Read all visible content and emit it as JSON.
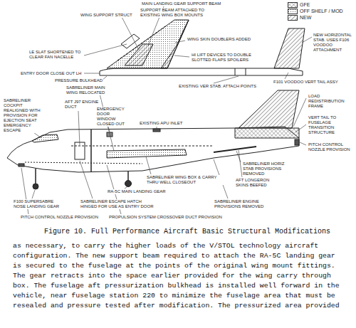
{
  "diagram": {
    "caption": "Figure 10.  Full Performance Aircraft Basic Structural Modifications",
    "labels": [
      "MAIN LANDING GEAR SUPPORT BEAM",
      "SUPPORT BEAM ATTACHED TO EXISTING WING BOX MOUNTS",
      "WING SUPPORT STRUCT",
      "WING SKIN DOUBLERS ADDED",
      "LE SLAT SHORTENED TO CLEAR FAN NACELLE",
      "HI LIFT DEVICES TO DOUBLE SLOTTED FLAPS SPOILERS",
      "NEW HORIZONTAL STAB. USES F106 VOODOO ATTACHMENT",
      "ENTRY DOOR CLOSE OUT LH",
      "PRESSURE BULKHEAD",
      "F101 VOODOO VERT TAIL ASSY",
      "EXISTING VER STAB. ATTACH POINTS",
      "SABRELINER MAIN WING RELOCATED",
      "LOAD REDISTRIBUTION FRAME",
      "SABRELINER COCKPIT REALIGNED WITH PROVISION FOR EJECTION SEAT EMERGENCY ESCAPE",
      "AFT J97 ENGINE DUCT",
      "EMERGENCY DOOR WINDOW CLOSED OUT",
      "EXISTING APU INLET",
      "VERT TAIL TO FUSELAGE TRANSITION STRUCTURE",
      "PITCH CONTROL NOZZLE PROVISION",
      "SABRELINER HORIZ STAB PROVISIONS REMOVED",
      "SABRELINER WING BOX & CARRY THRU WELL CLOSEOUT",
      "AFT LONGERON SKINS BEEFED",
      "RA-5C MAIN LANDING GEAR",
      "F100 SUPERSABRE NOSE LANDING GEAR",
      "SABRELINER ESCAPE HATCH HINGED FOR USE AS ENTRY DOOR",
      "SABRELINER ENGINE PROVISIONS REMOVED",
      "PITCH CONTROL NOZZLE PROVISION",
      "PROPULSION SYSTEM CROSSOVER DUCT PROVISION",
      "as necessary, to carry the higher loads of the V/STOL technology aircraft",
      "configuration. The new support beam required to attach the RA-5C landing gear",
      "is secured to the fuselage at the points of the original wing mount fittings.",
      "The gear retracts into the space earlier provided for the wing carry through",
      "box. The fuselage aft pressurization bulkhead is installed well forward in the",
      "vehicle, near fuselage station 220 to minimize the fuselage area that must be",
      "resealed and pressure tested after modification. The pressurized area provided"
    ],
    "legend": [
      {
        "text": "GFE"
      },
      {
        "text": "OFF SHELF / MOD"
      },
      {
        "text": "NEW"
      }
    ]
  }
}
